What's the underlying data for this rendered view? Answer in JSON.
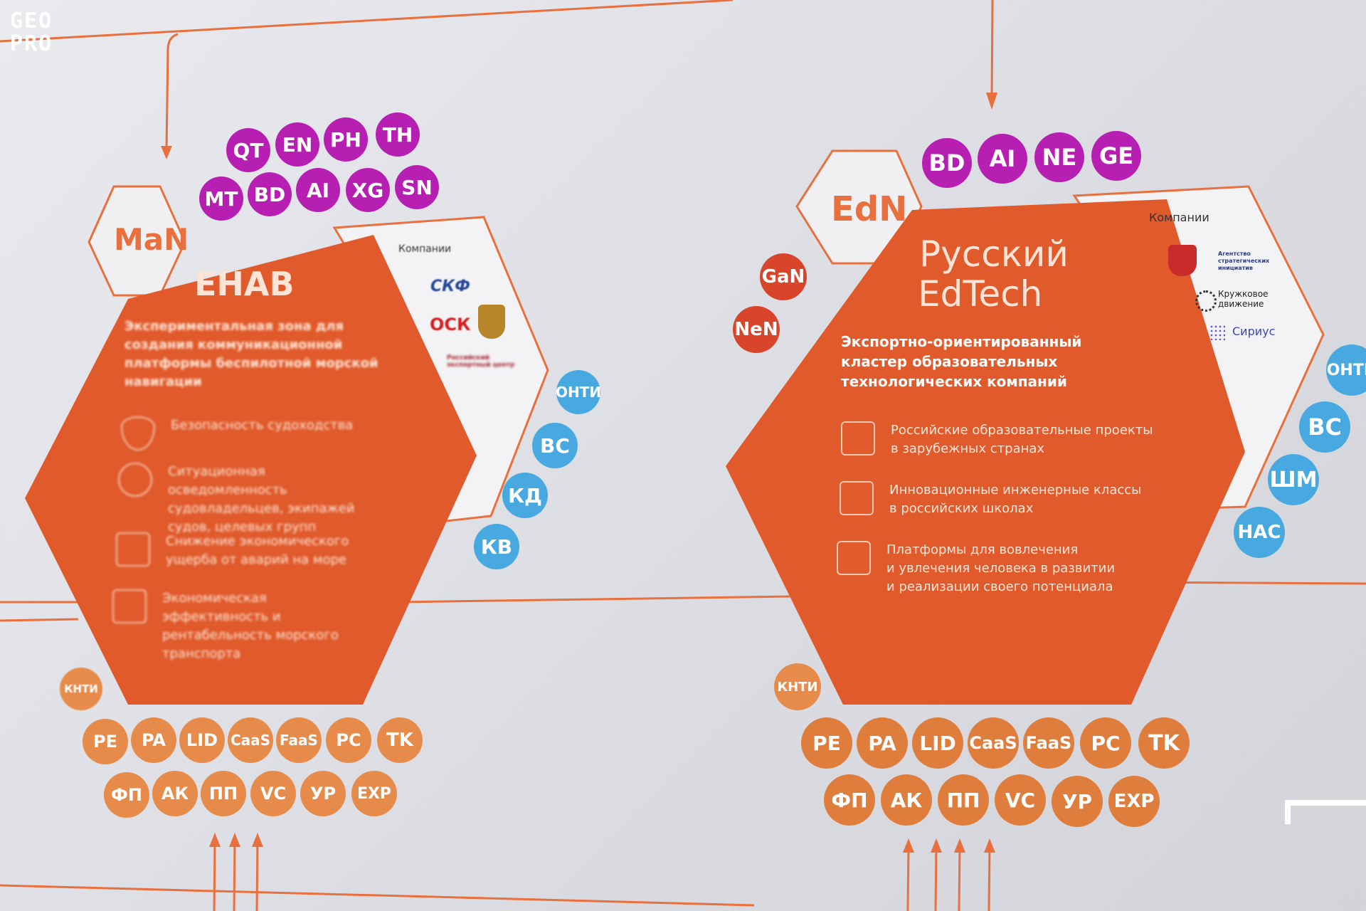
{
  "watermark": "GEO PRO",
  "left_cluster": {
    "code": "MaN",
    "title": "ЕНАВ",
    "subtitle": "Экспериментальная зона для создания коммуникационной платформы беспилотной морской навигации",
    "companies_label": "Компании",
    "companies": [
      "СКФ",
      "ОСК",
      "Российский экспортный центр"
    ],
    "top_badges_row1": [
      "QT",
      "EN",
      "PH",
      "TH"
    ],
    "top_badges_row2": [
      "MT",
      "BD",
      "AI",
      "XG",
      "SN"
    ],
    "right_badges": [
      "ОНТИ",
      "ВС",
      "КД",
      "КВ"
    ],
    "side_badge": "КНТИ",
    "bottom_row1": [
      "PE",
      "PA",
      "LID",
      "CaaS",
      "FaaS",
      "PC",
      "TK"
    ],
    "bottom_row2": [
      "ФП",
      "АК",
      "ПП",
      "VC",
      "УР",
      "EXP"
    ],
    "features": [
      {
        "icon": "shield-icon",
        "text": "Безопасность судоходства"
      },
      {
        "icon": "info-icon",
        "text": "Ситуационная осведомленность судовладельцев, экипажей судов, целевых групп"
      },
      {
        "icon": "ship-icon",
        "text": "Снижение экономического ущерба от аварий на море"
      },
      {
        "icon": "chart-icon",
        "text": "Экономическая эффективность и рентабельность морского транспорта"
      }
    ]
  },
  "right_cluster": {
    "code": "EdN",
    "title_line1": "Русский",
    "title_line2": "EdTech",
    "subtitle": "Экспортно-ориентированный кластер образовательных технологических компаний",
    "companies_label": "Компании",
    "companies": [
      "Агентство стратегических инициатив",
      "Кружковое движение",
      "Сириус"
    ],
    "top_badges": [
      "BD",
      "AI",
      "NE",
      "GE"
    ],
    "left_badges": [
      "GaN",
      "NeN"
    ],
    "right_badges": [
      "ОНТИ",
      "ВС",
      "ШМ",
      "НАС"
    ],
    "side_badge": "КНТИ",
    "bottom_row1": [
      "PE",
      "PA",
      "LID",
      "CaaS",
      "FaaS",
      "PC",
      "TK"
    ],
    "bottom_row2": [
      "ФП",
      "АК",
      "ПП",
      "VC",
      "УР",
      "EXP"
    ],
    "features": [
      {
        "icon": "projects-icon",
        "text_l1": "Российские образовательные проекты",
        "text_l2": "в зарубежных странах"
      },
      {
        "icon": "class-icon",
        "text_l1": "Инновационные инженерные классы",
        "text_l2": "в российских школах"
      },
      {
        "icon": "platform-icon",
        "text_l1": "Платформы для вовлечения",
        "text_l2": "и увлечения человека в развитии",
        "text_l3": "и реализации своего потенциала"
      }
    ]
  },
  "colors": {
    "accent_orange": "#e05a2b",
    "badge_pink": "#b71fb3",
    "badge_blue": "#47a9df",
    "badge_orange": "#e68b4a",
    "line_orange": "#e8703e"
  }
}
